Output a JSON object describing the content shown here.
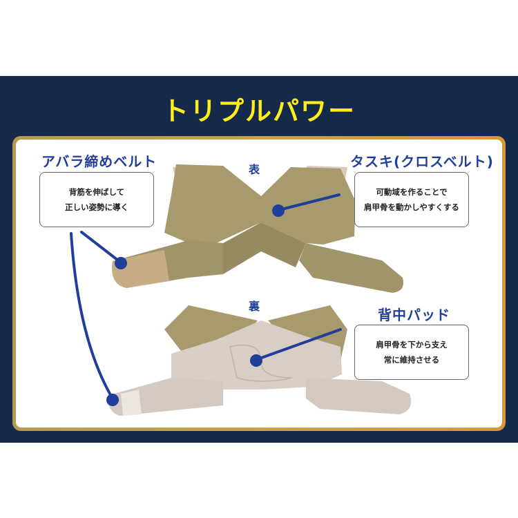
{
  "title": "トリプルパワー",
  "colors": {
    "band": "#15294a",
    "title": "#ffee1a",
    "accent_blue": "#213f9a",
    "frame_gold": "#c9a04c",
    "front_fabric": "#a79a6c",
    "back_fabric": "#d8cec6"
  },
  "views": {
    "front_label": "表",
    "back_label": "裏"
  },
  "features": [
    {
      "heading": "アバラ締めベルト",
      "lines": [
        "背筋を伸ばして",
        "正しい姿勢に導く"
      ]
    },
    {
      "heading": "タスキ(クロスベルト)",
      "lines": [
        "可動域を作ることで",
        "肩甲骨を動かしやすくする"
      ]
    },
    {
      "heading": "背中パッド",
      "lines": [
        "肩甲骨を下から支え",
        "常に維持させる"
      ]
    }
  ]
}
